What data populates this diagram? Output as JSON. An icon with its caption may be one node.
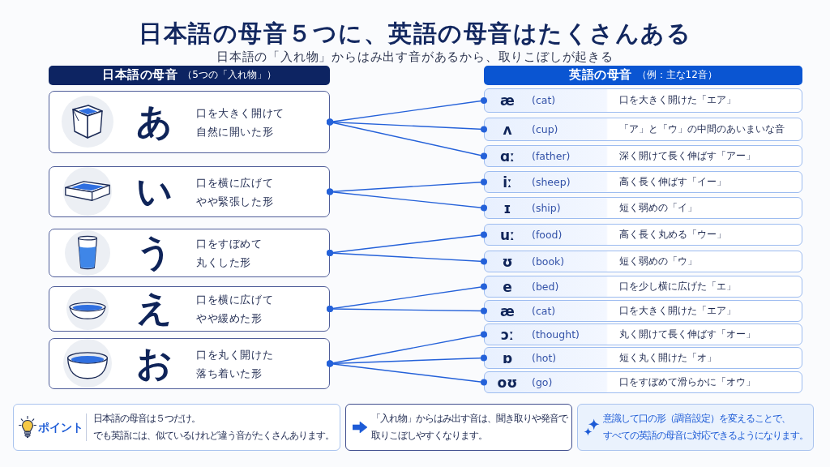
{
  "diagram": {
    "title": "日本語の母音５つに、英語の母音はたくさんある",
    "nodes": [
      {
        "text": [
          "日本語の母音",
          "（5つの「入れ物」）"
        ]
      },
      {
        "text": [
          "あ",
          "口を大きく開けて自然に開いた形"
        ]
      },
      {
        "text": [
          "い",
          "口を横に広げてやや緊張した形"
        ]
      },
      {
        "text": [
          "う",
          "口をすぼめて丸くした形"
        ]
      },
      {
        "text": [
          "え",
          "口を横に広げてやや緩めた形"
        ]
      },
      {
        "text": [
          "お",
          "口を丸く開けた落ち着いた形"
        ]
      },
      {
        "text": [
          "英語の母音",
          "（例：主な12音）"
        ]
      },
      {
        "text": [
          "æ",
          "(cat)",
          "口を大きく開けた「エア」"
        ]
      },
      {
        "text": [
          "ʌ",
          "(cup)",
          "「ア」と「ウ」の中間のあいまいな音"
        ]
      },
      {
        "text": [
          "ɑː",
          "(father)",
          "深く開けて長く伸ばす「アー」"
        ]
      },
      {
        "text": [
          "iː",
          "(sheep)",
          "高く長く伸ばす「イー」"
        ]
      },
      {
        "text": [
          "ɪ",
          "(ship)",
          "短く弱めの「イ」"
        ]
      },
      {
        "text": [
          "uː",
          "(food)",
          "高く長く丸める「ウー」"
        ]
      },
      {
        "text": [
          "ʊ",
          "(book)",
          "短く弱めの「ウ」"
        ]
      },
      {
        "text": [
          "e",
          "(bed)",
          "口を少し横に広げた「エ」"
        ]
      },
      {
        "text": [
          "æ",
          "(cat)",
          "口を大きく開けた「エア」"
        ]
      },
      {
        "text": [
          "ɔː",
          "(thought)",
          "丸く開けて長く伸ばす「オー」"
        ]
      },
      {
        "text": [
          "ɒ",
          "(hot)",
          "短く丸く開けた「オ」"
        ]
      },
      {
        "text": [
          "oʊ",
          "(go)",
          "口をすぼめて滑らかに「オウ」"
        ]
      },
      {
        "text": [
          "ポイント",
          "日本語の母音は５つだけ。でも英語には、似ているけれど違う音がたくさんあります。"
        ]
      },
      {
        "text": [
          "「入れ物」からはみ出す音は、聞き取りや発音で取りこぼしやすくなります。"
        ]
      },
      {
        "text": [
          "意識して口の形（調音設定）を変えることで、すべての英語の母音に対応できるようになります。"
        ]
      }
    ],
    "edges": [
      {
        "from": 1,
        "to": 7,
        "arrow": "other"
      },
      {
        "from": 1,
        "to": 8,
        "arrow": "other"
      },
      {
        "from": 1,
        "to": 9,
        "arrow": "other"
      },
      {
        "from": 2,
        "to": 10,
        "arrow": "other"
      },
      {
        "from": 2,
        "to": 11,
        "arrow": "other"
      },
      {
        "from": 3,
        "to": 12,
        "arrow": "other"
      },
      {
        "from": 3,
        "to": 13,
        "arrow": "other"
      },
      {
        "from": 4,
        "to": 14,
        "arrow": "other"
      },
      {
        "from": 4,
        "to": 15,
        "arrow": "other"
      },
      {
        "from": 5,
        "to": 16,
        "arrow": "other"
      },
      {
        "from": 5,
        "to": 17,
        "arrow": "other"
      },
      {
        "from": 5,
        "to": 18,
        "arrow": "other"
      }
    ],
    "labels": [
      "日本語の「入れ物」からはみ出す音があるから、取りこぼしが起きる"
    ]
  }
}
